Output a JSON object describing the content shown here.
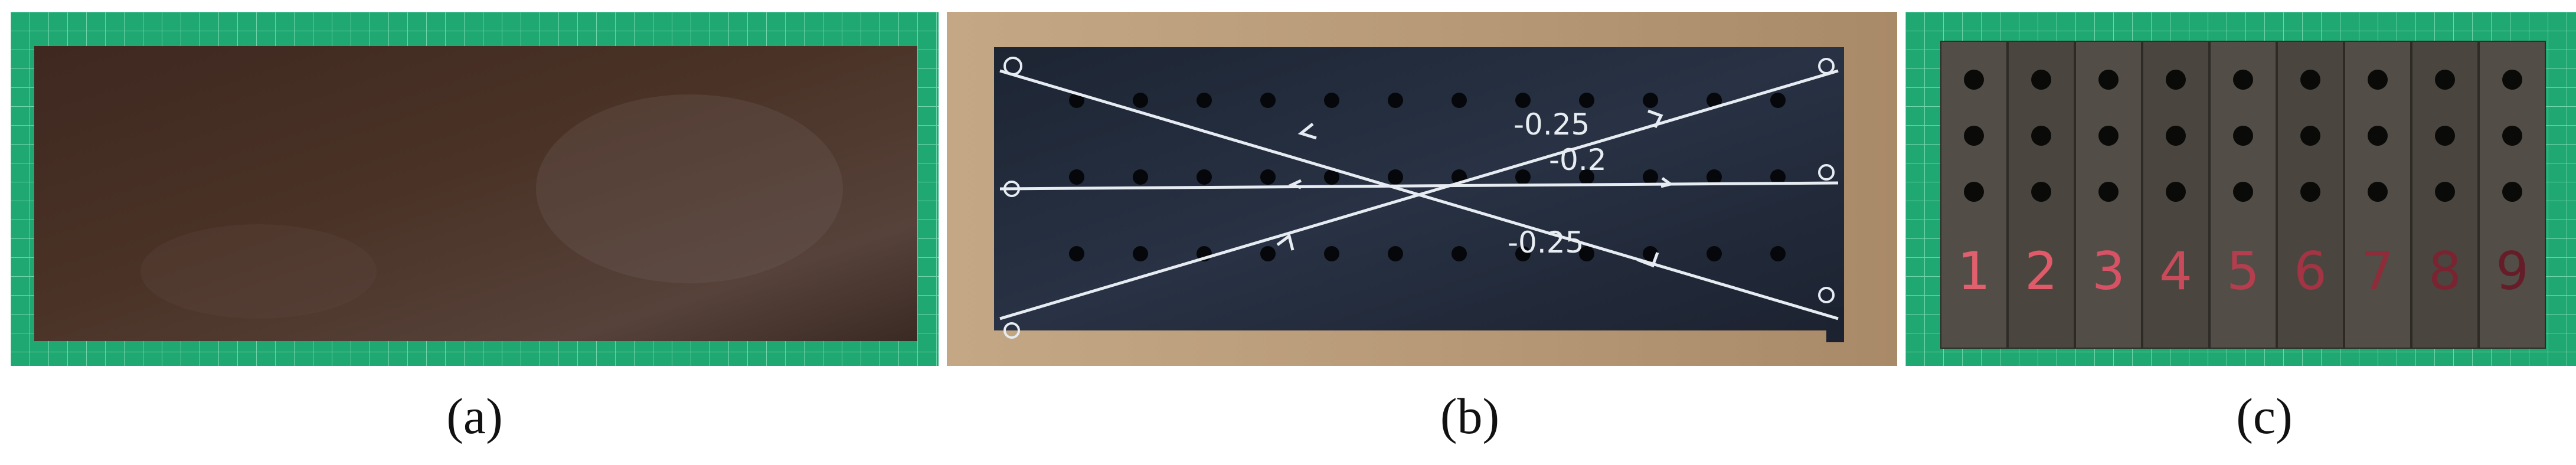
{
  "captions": {
    "a": "(a)",
    "b": "(b)",
    "c": "(c)"
  },
  "panel_b": {
    "annotations": {
      "upper": "-0.25",
      "middle": "-0.2",
      "lower": "-0.25"
    }
  },
  "panel_c": {
    "strips": [
      {
        "label": "1",
        "color": "#e0606e"
      },
      {
        "label": "2",
        "color": "#e05a6a"
      },
      {
        "label": "3",
        "color": "#d65264"
      },
      {
        "label": "4",
        "color": "#c94a5a"
      },
      {
        "label": "5",
        "color": "#b43e4e"
      },
      {
        "label": "6",
        "color": "#a23444"
      },
      {
        "label": "7",
        "color": "#8e2c3a"
      },
      {
        "label": "8",
        "color": "#7a2432"
      },
      {
        "label": "9",
        "color": "#661d2a"
      }
    ]
  },
  "colors": {
    "cutting_mat": "#1fa872",
    "wood": "#b89a78",
    "plate_raw": "#4a3226",
    "plate_blue": "#232c3a",
    "steel_strip": "#4d4a44"
  }
}
